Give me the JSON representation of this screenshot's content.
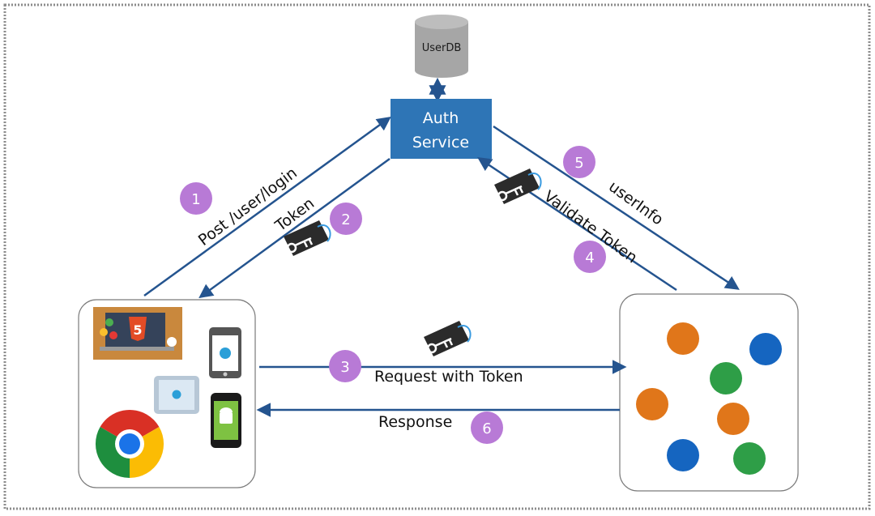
{
  "database": {
    "label": "UserDB"
  },
  "auth_service": {
    "label_line1": "Auth",
    "label_line2": "Service"
  },
  "steps": [
    {
      "number": "1",
      "label": "Post /user/login"
    },
    {
      "number": "2",
      "label": "Token"
    },
    {
      "number": "3",
      "label": "Request with Token"
    },
    {
      "number": "4",
      "label": "Validate Token"
    },
    {
      "number": "5",
      "label": "userInfo"
    },
    {
      "number": "6",
      "label": "Response"
    }
  ],
  "client_app": {
    "html5_badge": "5"
  },
  "colors": {
    "arrow": "#24548f",
    "auth_box": "#2e75b6",
    "step_badge": "#b87ad6",
    "database": "#a6a6a6",
    "service_dot_orange": "#e0761a",
    "service_dot_blue": "#1565c0",
    "service_dot_green": "#2e9e47"
  }
}
